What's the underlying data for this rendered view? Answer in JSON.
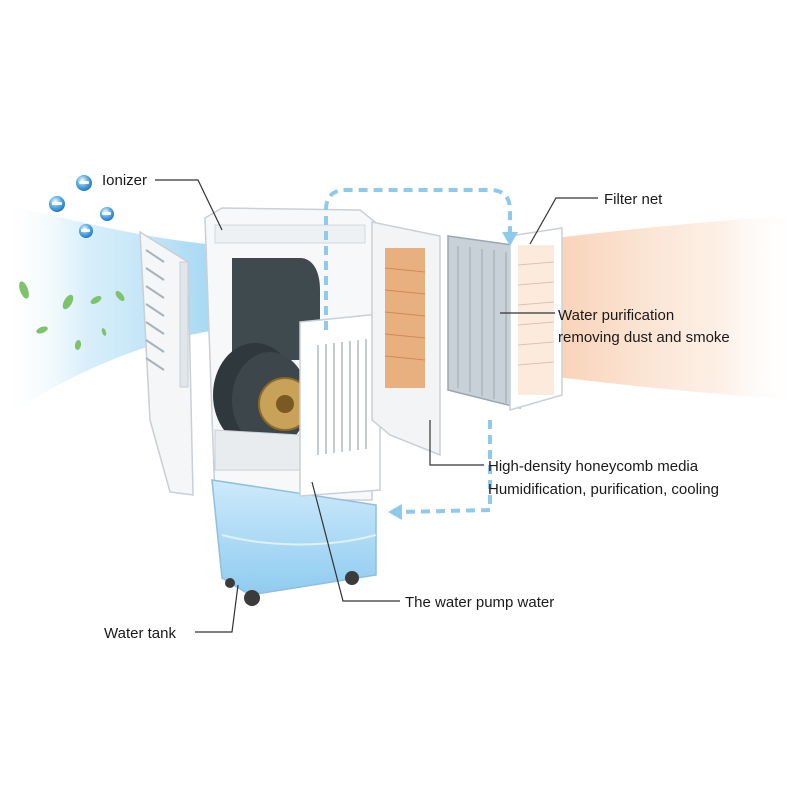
{
  "labels": {
    "ionizer": "Ionizer",
    "filter_net": "Filter net",
    "water_purification_line1": "Water purification",
    "water_purification_line2": "removing dust and smoke",
    "honeycomb_line1": "High-density honeycomb media",
    "honeycomb_line2": "Humidification, purification, cooling",
    "water_pump": "The water pump water",
    "water_tank": "Water tank"
  },
  "colors": {
    "cool_air": "#9fd6f2",
    "warm_air": "#f7c9a8",
    "water": "#a9d8f5",
    "flow_arrow": "#8fc9ec",
    "honeycomb": "#e8a36a",
    "motor": "#3f4a4f",
    "leaf": "#7dc36b"
  }
}
